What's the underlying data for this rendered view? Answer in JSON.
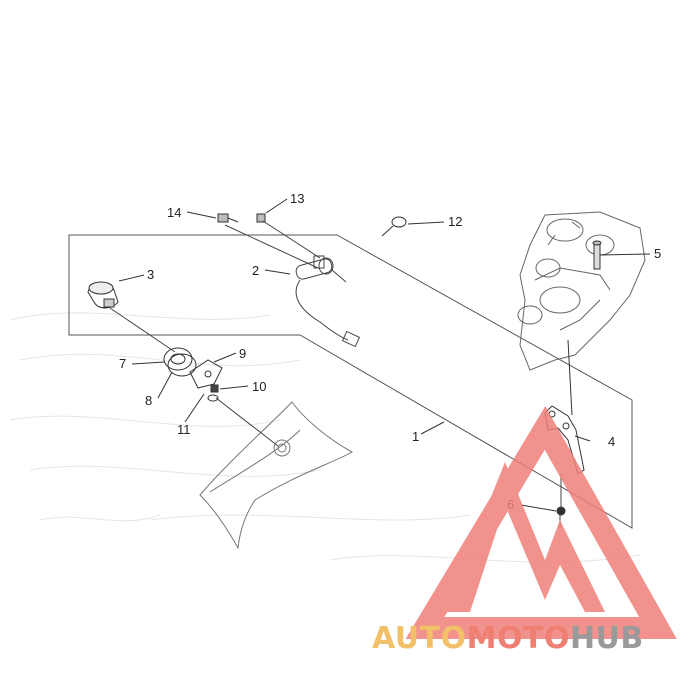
{
  "diagram": {
    "callouts": [
      {
        "id": "c1",
        "label": "1"
      },
      {
        "id": "c2",
        "label": "2"
      },
      {
        "id": "c3",
        "label": "3"
      },
      {
        "id": "c4",
        "label": "4"
      },
      {
        "id": "c5",
        "label": "5"
      },
      {
        "id": "c6",
        "label": "6"
      },
      {
        "id": "c7",
        "label": "7"
      },
      {
        "id": "c8",
        "label": "8"
      },
      {
        "id": "c9",
        "label": "9"
      },
      {
        "id": "c10",
        "label": "10"
      },
      {
        "id": "c11",
        "label": "11"
      },
      {
        "id": "c12",
        "label": "12"
      },
      {
        "id": "c13",
        "label": "13"
      },
      {
        "id": "c14",
        "label": "14"
      }
    ]
  },
  "watermark": {
    "part1": "AUTO",
    "part2": "MOTO",
    "part3": "HUB",
    "colors": {
      "auto": "#f3c06a",
      "moto": "#ee7f72",
      "hub": "#9a9a9a",
      "logo": "#f07f7a"
    }
  }
}
